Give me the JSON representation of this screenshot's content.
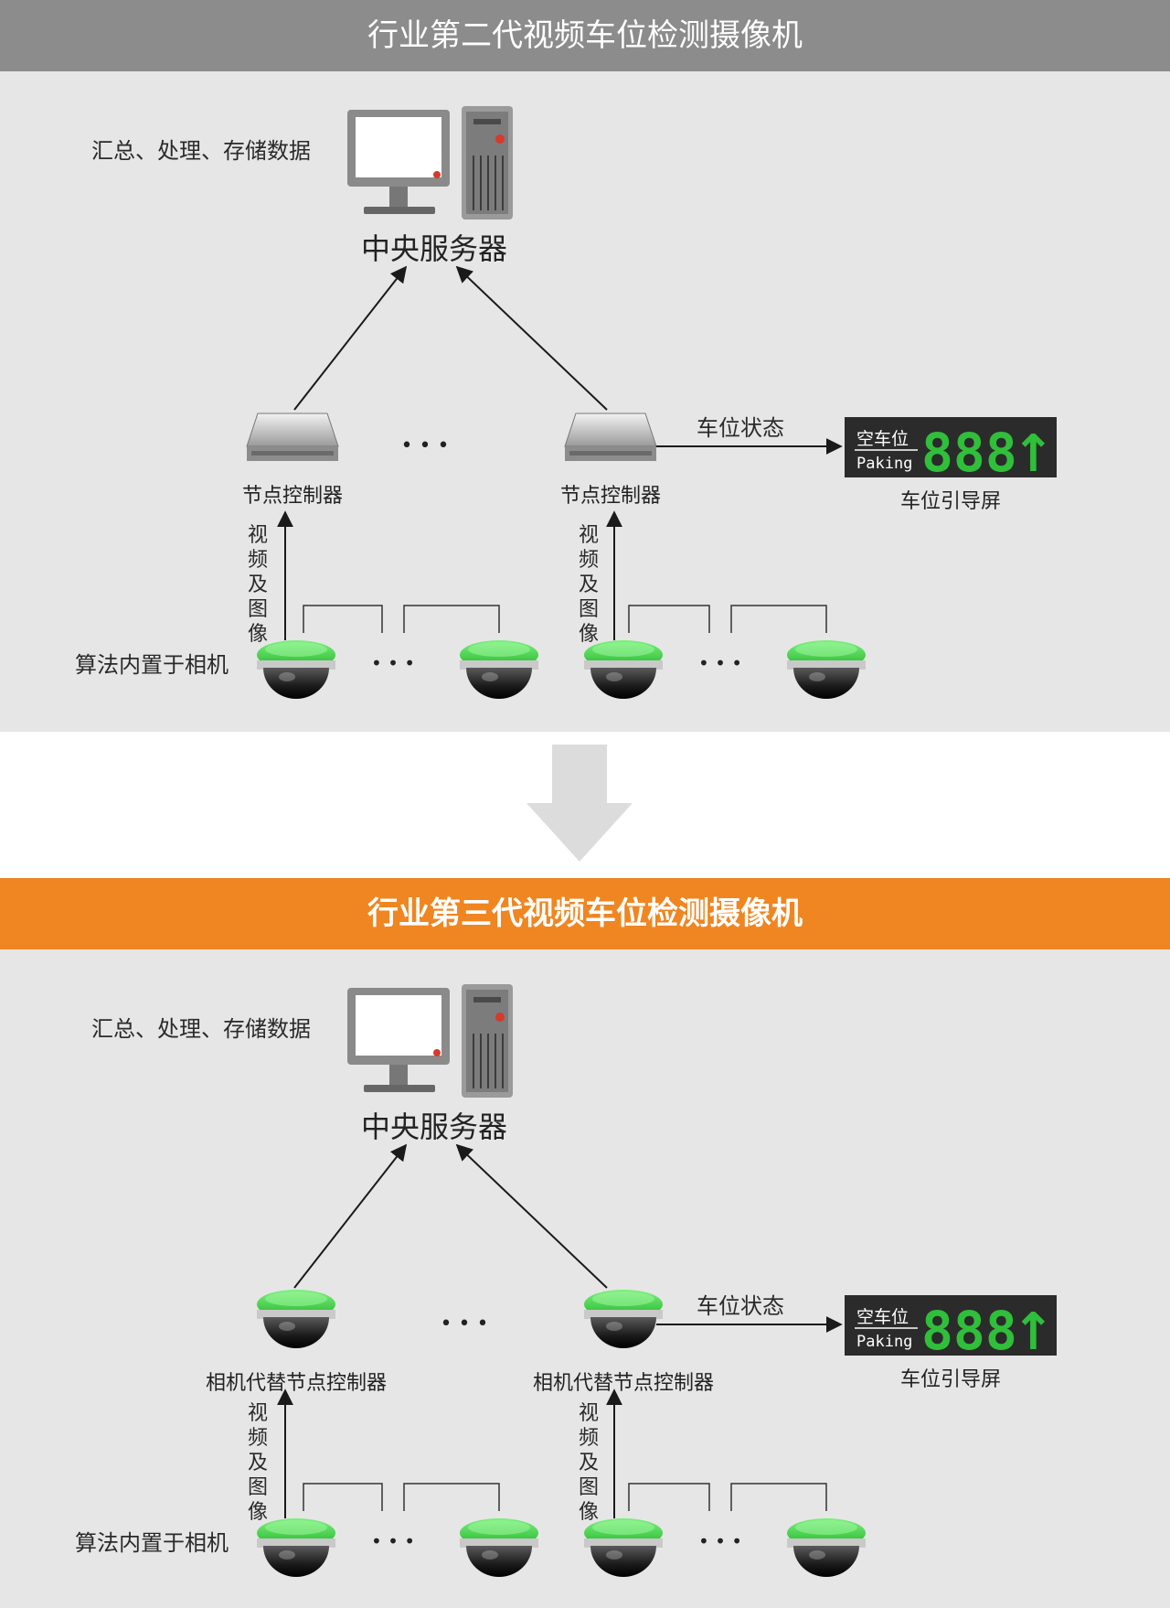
{
  "colors": {
    "title_gray": "#8c8c8c",
    "title_orange": "#ef8621",
    "panel_bg": "#e6e6e6",
    "camera_green": "#3fd64a",
    "sign_digit_green": "#2fbf3a",
    "transition_arrow": "#dcdcdc"
  },
  "gen2": {
    "title": "行业第二代视频车位检测摄像机",
    "server_caption": "汇总、处理、存储数据",
    "server_label": "中央服务器",
    "node_left_label": "节点控制器",
    "node_right_label": "节点控制器",
    "node_ellipsis": "• • •",
    "status_label": "车位状态",
    "sign": {
      "line1": "空车位",
      "line2": "Paking",
      "digits": "888",
      "arrow": "↑"
    },
    "sign_label": "车位引导屏",
    "video_left": [
      "视",
      "频",
      "及",
      "图",
      "像"
    ],
    "video_right": [
      "视",
      "频",
      "及",
      "图",
      "像"
    ],
    "camera_caption": "算法内置于相机",
    "camera_ellipsis_left": "• • •",
    "camera_ellipsis_right": "• • •"
  },
  "gen3": {
    "title": "行业第三代视频车位检测摄像机",
    "server_caption": "汇总、处理、存储数据",
    "server_label": "中央服务器",
    "node_left_label": "相机代替节点控制器",
    "node_right_label": "相机代替节点控制器",
    "node_ellipsis": "• • •",
    "status_label": "车位状态",
    "sign": {
      "line1": "空车位",
      "line2": "Paking",
      "digits": "888",
      "arrow": "↑"
    },
    "sign_label": "车位引导屏",
    "video_left": [
      "视",
      "频",
      "及",
      "图",
      "像"
    ],
    "video_right": [
      "视",
      "频",
      "及",
      "图",
      "像"
    ],
    "camera_caption": "算法内置于相机",
    "camera_ellipsis_left": "• • •",
    "camera_ellipsis_right": "• • •"
  }
}
